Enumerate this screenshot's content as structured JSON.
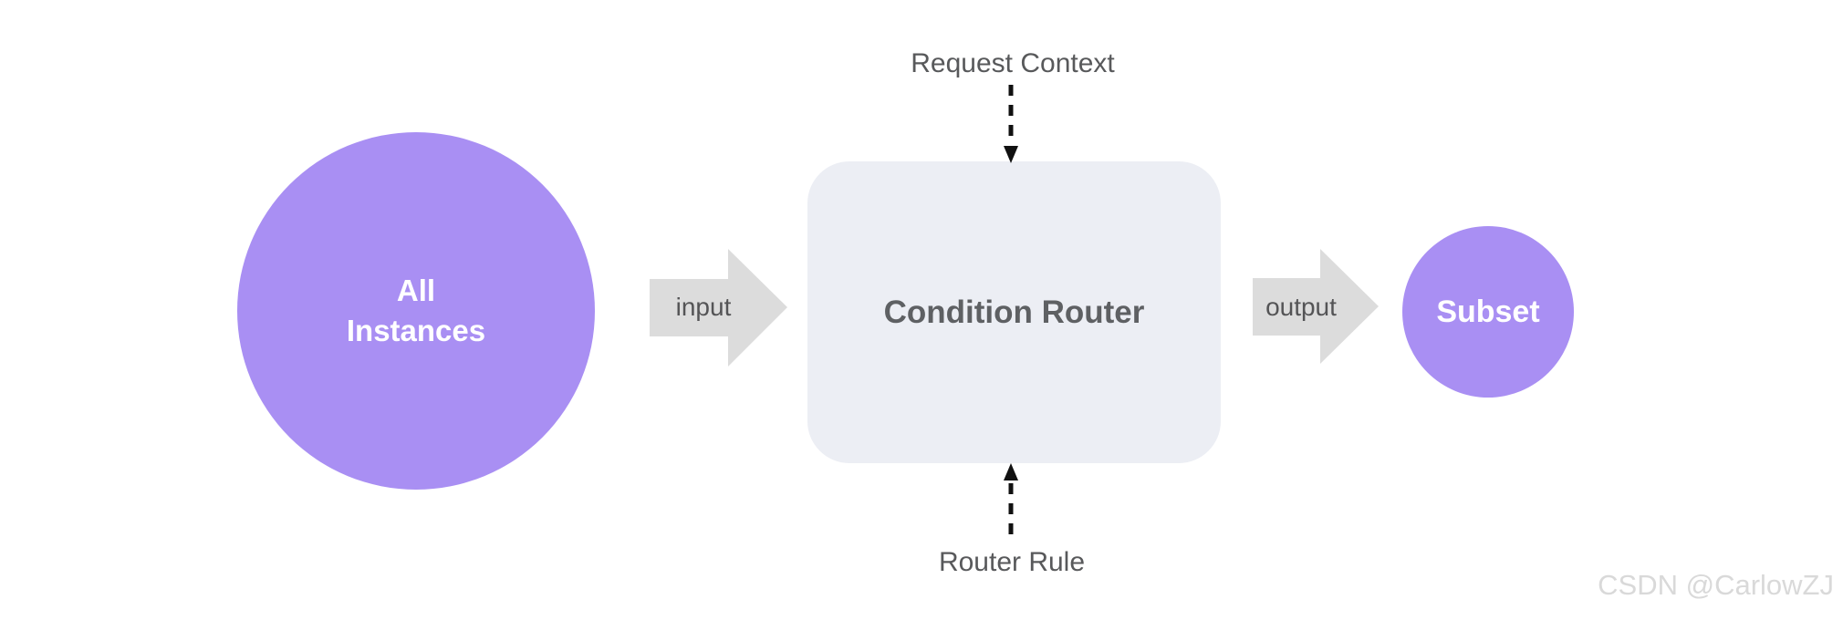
{
  "diagram": {
    "background_color": "#ffffff",
    "nodes": {
      "all_instances": {
        "label_line1": "All",
        "label_line2": "Instances",
        "shape": "circle",
        "fill_color": "#a98ff3",
        "text_color": "#ffffff"
      },
      "condition_router": {
        "label": "Condition Router",
        "shape": "rounded-rect",
        "fill_color": "#eceef4",
        "text_color": "#5e6063"
      },
      "subset": {
        "label": "Subset",
        "shape": "circle",
        "fill_color": "#a98ff3",
        "text_color": "#ffffff"
      }
    },
    "arrows": {
      "input": {
        "label": "input",
        "direction": "right",
        "fill_color": "#dcdcdc",
        "text_color": "#545456"
      },
      "output": {
        "label": "output",
        "direction": "right",
        "fill_color": "#dcdcdc",
        "text_color": "#545456"
      },
      "request_context_arrow": {
        "style": "dashed",
        "direction": "down-into-box",
        "stroke_color": "#111111"
      },
      "router_rule_arrow": {
        "style": "dashed",
        "direction": "up-into-box",
        "stroke_color": "#111111"
      }
    },
    "annotations": {
      "request_context": {
        "label": "Request Context",
        "text_color": "#58595b"
      },
      "router_rule": {
        "label": "Router Rule",
        "text_color": "#58595b"
      }
    },
    "watermark": {
      "text": "CSDN @CarlowZJ",
      "color": "#d9d9d9"
    }
  }
}
